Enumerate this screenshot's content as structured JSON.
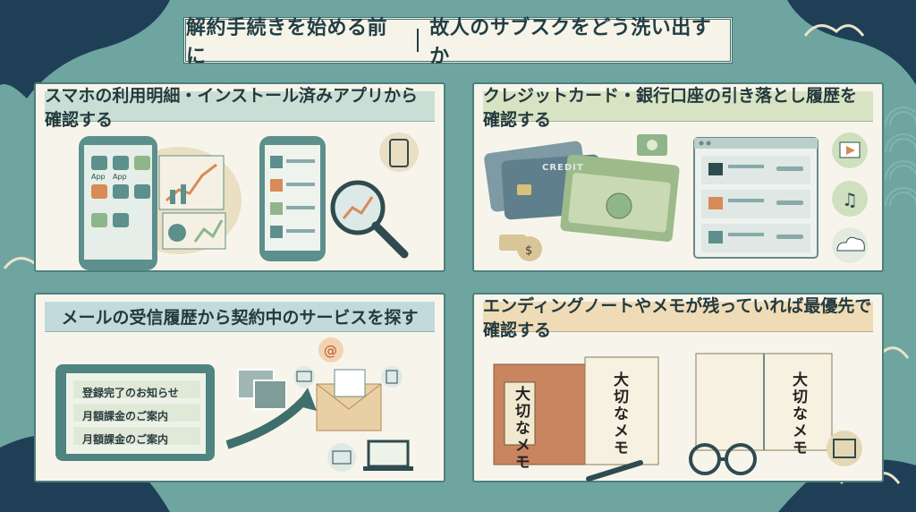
{
  "title": {
    "left": "解約手続きを始める前に",
    "right": "故人のサブスクをどう洗い出すか"
  },
  "panels": {
    "phone_apps": {
      "heading": "スマホの利用明細・インストール済みアプリから確認する",
      "app_labels": [
        "App",
        "App"
      ]
    },
    "card_bank": {
      "heading": "クレジットカード・銀行口座の引き落とし履歴を確認する",
      "card_text": "CREDIT"
    },
    "email": {
      "heading": "メールの受信履歴から契約中のサービスを探す",
      "mail_items": [
        "登録完了のお知らせ",
        "月額課金のご案内",
        "月額課金のご案内"
      ]
    },
    "ending_note": {
      "heading": "エンディングノートやメモが残っていれば最優先で確認する",
      "book_title": "大切なメモ",
      "note_title": "大切なメモ"
    }
  },
  "icons": [
    "smartphone-icon",
    "magnifier-icon",
    "dollar-icon",
    "money-bag-icon",
    "video-icon",
    "music-icon",
    "cloud-icon",
    "email-icon",
    "laptop-icon",
    "at-icon",
    "book-icon",
    "pen-icon",
    "glasses-icon"
  ],
  "colors": {
    "background": "#6fa5a1",
    "panel": "#f7f5eb",
    "title_text": "#233e44",
    "accent_green": "#8fb58a",
    "accent_orange": "#d88a57"
  }
}
